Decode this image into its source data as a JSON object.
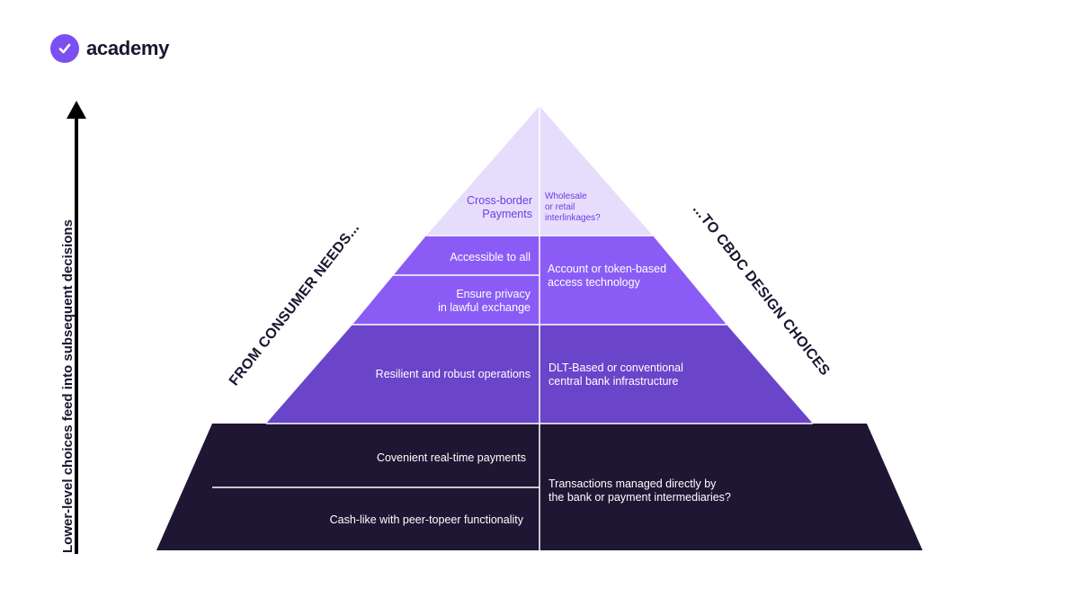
{
  "brand": {
    "name": "academy",
    "icon": "check-badge-icon",
    "accent": "#7b4ff1"
  },
  "axis": {
    "label": "Lower-level choices feed into subsequent decisions"
  },
  "sides": {
    "left": "FROM CONSUMER NEEDS...",
    "right": "...TO CBDC DESIGN CHOICES"
  },
  "layers": {
    "top": {
      "needs": "Cross-border\nPayments",
      "design": "Wholesale\nor retail\ninterlinkages?",
      "color": "#e6dcfc"
    },
    "upper": {
      "needs": [
        "Accessible to all",
        "Ensure privacy\nin lawful exchange"
      ],
      "design": "Account or token-based\naccess technology",
      "color": "#8a5cf5"
    },
    "middle": {
      "needs": "Resilient and robust operations",
      "design": "DLT-Based or conventional\ncentral bank infrastructure",
      "color": "#6a44c9"
    },
    "base": {
      "needs": [
        "Covenient real-time payments",
        "Cash-like with peer-topeer functionality"
      ],
      "design": "Transactions managed directly by\nthe bank or payment intermediaries?",
      "color": "#1f1634"
    }
  }
}
